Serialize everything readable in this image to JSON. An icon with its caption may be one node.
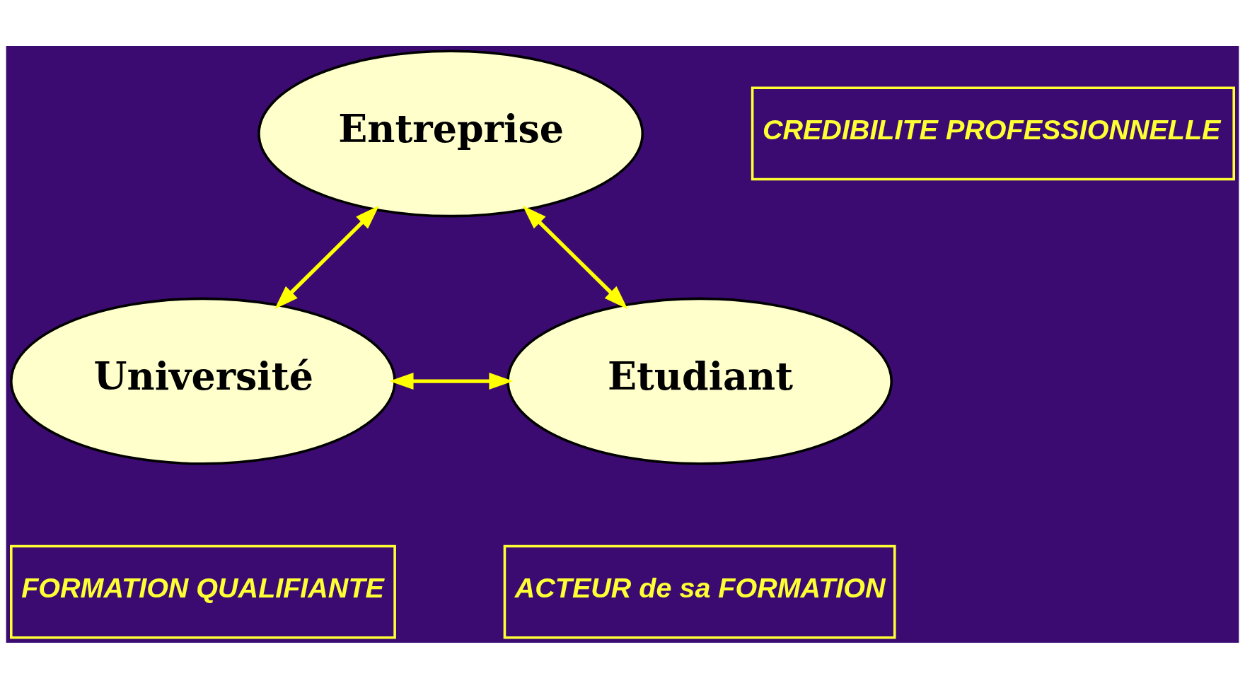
{
  "diagram": {
    "nodes": [
      {
        "text": [
          "Entreprise"
        ]
      },
      {
        "text": [
          "Université"
        ]
      },
      {
        "text": [
          "Etudiant"
        ]
      },
      {
        "text": [
          "CREDIBILITE PROFESSIONNELLE"
        ]
      },
      {
        "text": [
          "FORMATION QUALIFIANTE"
        ]
      },
      {
        "text": [
          "ACTEUR de sa FORMATION"
        ]
      }
    ],
    "edges": [
      {
        "from": 0,
        "to": 1,
        "arrow": "both"
      },
      {
        "from": 0,
        "to": 2,
        "arrow": "both"
      },
      {
        "from": 1,
        "to": 2,
        "arrow": "both"
      }
    ]
  }
}
